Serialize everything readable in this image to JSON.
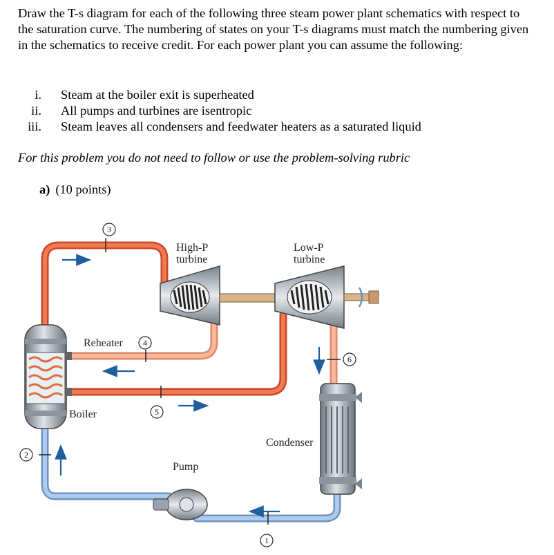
{
  "intro": "Draw the T-s diagram for each of the following three steam power plant schematics with respect to the saturation curve.  The numbering of states on your T-s diagrams must match the numbering given in the schematics to receive credit.  For each power plant you can assume the following:",
  "assumptions": [
    {
      "num": "i.",
      "text": "Steam at the boiler exit is superheated"
    },
    {
      "num": "ii.",
      "text": "All pumps and turbines are isentropic"
    },
    {
      "num": "iii.",
      "text": "Steam leaves all condensers and feedwater heaters as a saturated liquid"
    }
  ],
  "note": "For this problem you do not need to follow or use the problem-solving rubric",
  "part": {
    "label": "a)",
    "points": "(10 points)"
  },
  "schematic": {
    "labels": {
      "hp_turbine_line1": "High-P",
      "hp_turbine_line2": "turbine",
      "lp_turbine_line1": "Low-P",
      "lp_turbine_line2": "turbine",
      "reheater": "Reheater",
      "boiler": "Boiler",
      "condenser": "Condenser",
      "pump": "Pump"
    },
    "states": {
      "s1": "1",
      "s2": "2",
      "s3": "3",
      "s4": "4",
      "s5": "5",
      "s6": "6"
    },
    "colors": {
      "hot_pipe": "#e8603c",
      "hot_pipe_light": "#f2a27e",
      "cold_pipe": "#8fb3dd",
      "arrow": "#1f5f9e",
      "metal": "#9aa3ac"
    }
  }
}
